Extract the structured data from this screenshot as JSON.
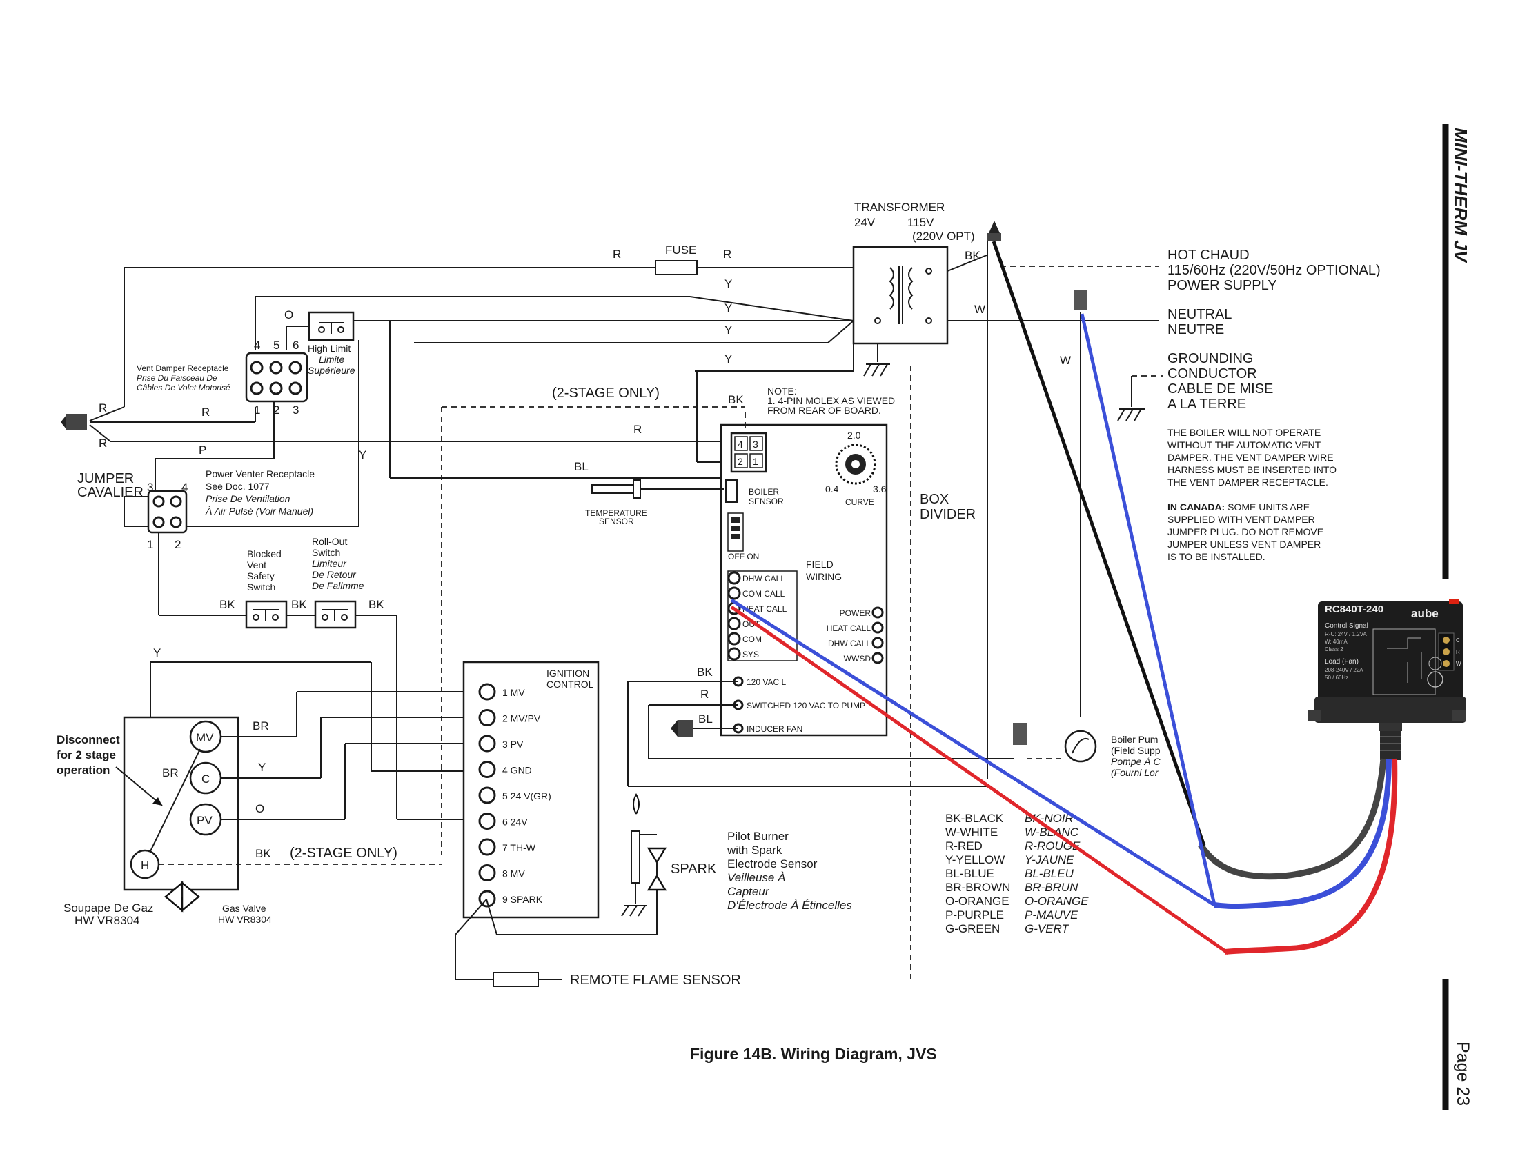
{
  "page": {
    "side_title": "MINI-THERM JV",
    "page_number": "Page 23",
    "figure_caption": "Figure 14B. Wiring Diagram, JVS"
  },
  "transformer": {
    "title": "TRANSFORMER",
    "v24": "24V",
    "v115": "115V",
    "opt": "(220V OPT)"
  },
  "supply": {
    "hot_1": "HOT   CHAUD",
    "hot_2": "115/60Hz (220V/50Hz OPTIONAL)",
    "hot_3": "POWER SUPPLY",
    "neutral_1": "NEUTRAL",
    "neutral_2": "NEUTRE",
    "ground_1": "GROUNDING",
    "ground_2": "CONDUCTOR",
    "ground_3": "CABLE DE MISE",
    "ground_4": "A LA TERRE"
  },
  "notes": {
    "vent_damper": [
      "THE BOILER WILL NOT OPERATE",
      "WITHOUT THE AUTOMATIC VENT",
      "DAMPER. THE VENT DAMPER WIRE",
      "HARNESS MUST BE INSERTED INTO",
      "THE VENT DAMPER RECEPTACLE."
    ],
    "canada_bold": "IN CANADA:",
    "canada": [
      " SOME UNITS ARE",
      "SUPPLIED WITH VENT DAMPER",
      "JUMPER PLUG. DO NOT REMOVE",
      "JUMPER UNLESS VENT DAMPER",
      "IS TO BE INSTALLED."
    ],
    "molex": [
      "NOTE:",
      "1. 4-PIN MOLEX AS VIEWED",
      "FROM REAR OF BOARD."
    ]
  },
  "labels": {
    "fuse": "FUSE",
    "two_stage": "(2-STAGE ONLY)",
    "vent_damper_receptacle": [
      "Vent Damper Receptacle",
      "Prise Du Faisceau De",
      "Câbles De Volet Motorisé"
    ],
    "high_limit": [
      "High Limit",
      "Limite",
      "Supérieure"
    ],
    "jumper": [
      "JUMPER",
      "CAVALIER"
    ],
    "power_venter": [
      "Power Venter Receptacle",
      "See Doc. 1077",
      "Prise De Ventilation",
      "À Air Pulsé (Voir Manuel)"
    ],
    "blocked_vent": [
      "Blocked",
      "Vent",
      "Safety",
      "Switch"
    ],
    "rollout": [
      "Roll-Out",
      "Switch",
      "Limiteur",
      "De Retour",
      "De Fallmme"
    ],
    "temperature_sensor": [
      "TEMPERATURE",
      "SENSOR"
    ],
    "boiler_sensor": [
      "BOILER",
      "SENSOR"
    ],
    "off_on": "OFF  ON",
    "curve": "CURVE",
    "dial": {
      "top": "2.0",
      "left": "0.4",
      "right": "3.6"
    },
    "field_wiring": [
      "FIELD",
      "WIRING"
    ],
    "box_divider": [
      "BOX",
      "DIVIDER"
    ],
    "disconnect": [
      "Disconnect",
      "for 2 stage",
      "operation"
    ],
    "gas_valve_fr": [
      "Soupape De Gaz",
      "HW VR8304"
    ],
    "gas_valve_en": [
      "Gas Valve",
      "HW VR8304"
    ],
    "ignition": [
      "IGNITION",
      "CONTROL"
    ],
    "spark": "SPARK",
    "pilot": [
      "Pilot Burner",
      "with Spark",
      "Electrode Sensor",
      "Veilleuse À",
      "Capteur",
      "D'Électrode À Étincelles"
    ],
    "remote_flame": "REMOTE FLAME SENSOR",
    "boiler_pump": [
      "Boiler Pum",
      "(Field Supp",
      "Pompe À C",
      "(Fourni Lor"
    ],
    "valve_terminals": {
      "mv": "MV",
      "c": "C",
      "pv": "PV",
      "h": "H"
    }
  },
  "wire_letters": {
    "R": "R",
    "Y": "Y",
    "BK": "BK",
    "W": "W",
    "O": "O",
    "P": "P",
    "BL": "BL",
    "BR": "BR"
  },
  "molex_pins": [
    "4",
    "3",
    "2",
    "1"
  ],
  "damper_pins": {
    "top": [
      "4",
      "5",
      "6"
    ],
    "bottom": [
      "1",
      "2",
      "3"
    ]
  },
  "jumper_pins": {
    "top": [
      "3",
      "4"
    ],
    "bottom": [
      "1",
      "2"
    ]
  },
  "board_field_terminals": [
    "DHW CALL",
    "COM CALL",
    "HEAT CALL",
    "OUT",
    "COM",
    "SYS"
  ],
  "board_leds": [
    "POWER",
    "HEAT CALL",
    "DHW CALL",
    "WWSD"
  ],
  "board_power_terminals": [
    "120 VAC L",
    "SWITCHED 120 VAC TO PUMP",
    "INDUCER FAN"
  ],
  "ignition_terminals": [
    "1 MV",
    "2 MV/PV",
    "3 PV",
    "4 GND",
    "5 24 V(GR)",
    "6 24V",
    "7 TH-W",
    "8 MV",
    "9 SPARK"
  ],
  "color_legend": [
    {
      "en": "BK-BLACK",
      "fr": "BK-NOIR"
    },
    {
      "en": "W-WHITE",
      "fr": "W-BLANC"
    },
    {
      "en": "R-RED",
      "fr": "R-ROUGE"
    },
    {
      "en": "Y-YELLOW",
      "fr": "Y-JAUNE"
    },
    {
      "en": "BL-BLUE",
      "fr": "BL-BLEU"
    },
    {
      "en": "BR-BROWN",
      "fr": "BR-BRUN"
    },
    {
      "en": "O-ORANGE",
      "fr": "O-ORANGE"
    },
    {
      "en": "P-PURPLE",
      "fr": "P-MAUVE"
    },
    {
      "en": "G-GREEN",
      "fr": "G-VERT"
    }
  ],
  "relay": {
    "model": "RC840T-240",
    "brand": "aube",
    "control_signal": "Control Signal",
    "control_lines": [
      "R-C: 24V / 1.2VA",
      "W: 40mA",
      "Class 2"
    ],
    "load": "Load (Fan)",
    "load_lines": [
      "208-240V / 22A",
      "50 / 60Hz"
    ],
    "terminals": [
      "C",
      "R",
      "W"
    ]
  },
  "overlay_colors": {
    "black": "#111111",
    "blue": "#3b4fd8",
    "red": "#e0262b"
  }
}
